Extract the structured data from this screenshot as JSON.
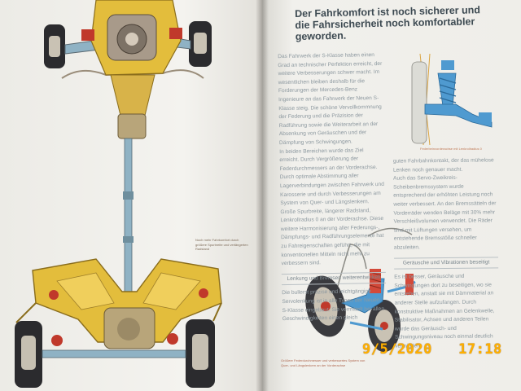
{
  "heading": {
    "line1": "Der Fahrkomfort ist noch sicherer und",
    "line2": "die Fahrsicherheit noch komfortabler geworden."
  },
  "left_column": {
    "para1": "Das Fahrwerk der S-Klasse haben einen Grad an technischer Perfektion erreicht, der weitere Verbesserungen schwer macht. Im wesentlichen bleiben deshalb für die Forderungen der Mercedes-Benz Ingenieure an das Fahrwerk der Neuen S-Klasse steig. Die schöne Vervollkommnung der Federung und die Präzision der Radführung sowie die Weiterarbeit an der Absenkung von Geräuschen und der Dämpfung von Schwingungen.",
    "para2": "In beiden Bereichen wurde das Ziel erreicht. Durch Vergrößerung der Federdurchmessers an der Vorderachse. Durch optimale Abstimmung aller Lagerverbindungen zwischen Fahrwerk und Karosserie und durch Verbesserungen am System von Quer- und Längslenkern. Große Spurbreite, längerer Radstand, Lenkrollradius 0 an der Vorderachse. Diese weitere Harmonisierung aller Federungs-, Dämpfungs- und Radführungselemente hat zu Fahreigenschaften geführt, die mit konventionellen Mitteln nicht mehr zu verbessern sind.",
    "subhead": "Lenkung und Bremsen weiterentwickelt",
    "para3": "Die bullerst präzise und leichtgängige Servolenkung ist in alle Typen der Neuen S-Klasse eingebaut. Sie vermittelt bei allen Geschwindigkeiten einen gleich"
  },
  "right_column": {
    "para1": "guten Fahrbahnkontakt, der das mühelose Lenken noch genauer macht.",
    "para2": "Auch das Servo-Zweikreis-Scheibenbremssystem wurde entsprechend der erhöhten Leistung noch weiter verbessert. An den Bremssätteln der Vorderräder wenden Beläge mit 30% mehr Verschleißvolumen verwendet. Die Räder sind mit Lüftungen versehen, um entstehende Bremsstöße schneller abzuleiten.",
    "subhead": "Geräusche und Vibrationen beseitigt",
    "para3": "Es ist besser, Geräusche und Schwingungen dort zu beseitigen, wo sie entstehen, anstatt sie mit Dämmaterial an anderer Stelle aufzufangen. Durch konstruktive Maßnahmen an Gelenkwelle, Stabilisator, Achsen und anderen Teilen wurde das Geräusch- und Schwingungsniveau noch einmal deutlich vermindert."
  },
  "captions": {
    "top_right": "Federbeinvorderachse mit Lenkrollradius 0",
    "left": "Noch mehr Fahrkomfort durch größere Spurbreite und verlängerten Radstand",
    "bottom_right": "Größere Federdurchmesser und verbessertes System von Quer- und Längslenkern an der Vorderachse"
  },
  "timestamp": {
    "date": "9/5/2020",
    "time": "17:18"
  },
  "colors": {
    "subframe_yellow": "#e3bd3c",
    "driveline_blue": "#8fb2c4",
    "suspension_blue": "#4f9ad0",
    "tire_dark": "#2b2b2e",
    "heading": "#3d4a52",
    "body_text": "#8d99a0",
    "stamp": "#ffb000"
  }
}
